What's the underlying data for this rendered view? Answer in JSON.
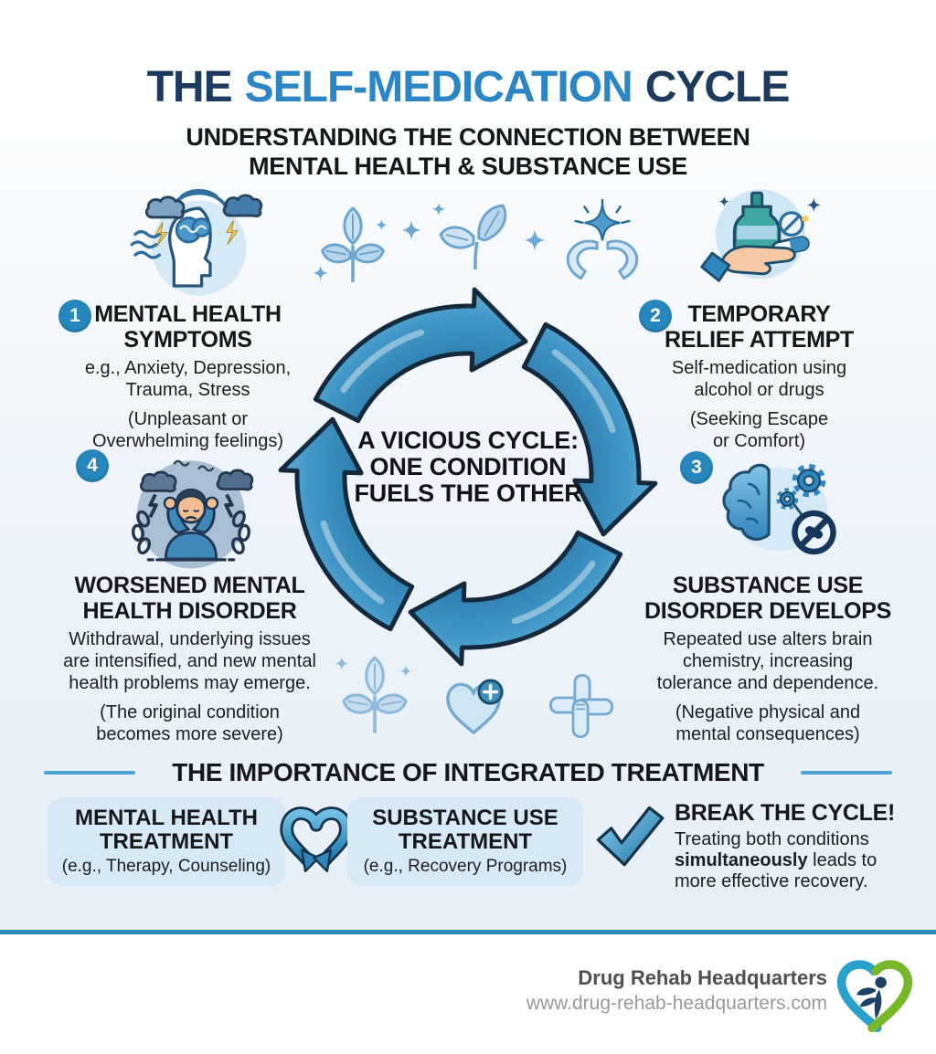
{
  "header": {
    "title": {
      "part1": "THE",
      "accent": "SELF-MEDICATION",
      "part2": "CYCLE"
    },
    "subtitle_line1": "UNDERSTANDING THE CONNECTION BETWEEN",
    "subtitle_line2": "MENTAL HEALTH & SUBSTANCE USE"
  },
  "cycle": {
    "center": {
      "line1": "A VICIOUS CYCLE:",
      "line2": "ONE CONDITION",
      "line3": "FUELS THE OTHER"
    },
    "steps": [
      {
        "number": "1",
        "icon": "stressed-head-icon",
        "title1": "MENTAL HEALTH",
        "title2": "SYMPTOMS",
        "body": [
          "e.g., Anxiety, Depression,",
          "Trauma, Stress"
        ],
        "note": [
          "(Unpleasant or",
          "Overwhelming feelings)"
        ]
      },
      {
        "number": "2",
        "icon": "hand-bottle-pills-icon",
        "title1": "TEMPORARY",
        "title2": "RELIEF ATTEMPT",
        "body": [
          "Self-medication using",
          "alcohol or drugs"
        ],
        "note": [
          "(Seeking Escape",
          "or Comfort)"
        ]
      },
      {
        "number": "3",
        "icon": "brain-gears-icon",
        "title1": "SUBSTANCE USE",
        "title2": "DISORDER DEVELOPS",
        "body": [
          "Repeated use alters brain",
          "chemistry, increasing",
          "tolerance and dependence."
        ],
        "note": [
          "(Negative physical and",
          "mental consequences)"
        ]
      },
      {
        "number": "4",
        "icon": "overwhelmed-person-icon",
        "title1": "WORSENED MENTAL",
        "title2": "HEALTH DISORDER",
        "body": [
          "Withdrawal, underlying issues",
          "are intensified, and new mental",
          "health problems may emerge."
        ],
        "note": [
          "(The original condition",
          "becomes more severe)"
        ]
      }
    ]
  },
  "treatment": {
    "section_title": "THE IMPORTANCE OF INTEGRATED TREATMENT",
    "boxes": [
      {
        "title1": "MENTAL HEALTH",
        "title2": "TREATMENT",
        "subtitle": "(e.g., Therapy, Counseling)"
      },
      {
        "title1": "SUBSTANCE USE",
        "title2": "TREATMENT",
        "subtitle": "(e.g., Recovery Programs)"
      }
    ],
    "break_cycle": {
      "title": "BREAK THE CYCLE!",
      "line1": "Treating both conditions",
      "line2_bold": "simultaneously",
      "line2_rest": " leads to",
      "line3": "more effective recovery."
    }
  },
  "footer": {
    "brand": "Drug Rehab Headquarters",
    "website": "www.drug-rehab-headquarters.com"
  },
  "decor_icons": [
    "leaf-sprig-icon",
    "sparkle-icon",
    "leaf-pair-icon",
    "hands-flower-icon",
    "leaf-sprig-icon",
    "heart-plus-icon",
    "hands-unity-icon",
    "heart-arrows-icon",
    "checkmark-icon",
    "heart-logo-icon"
  ],
  "colors": {
    "title_navy": "#1d3b5e",
    "title_blue": "#2c86c5",
    "body_text": "#14181c",
    "arrow_blue": "#3a8fc0",
    "arrow_outline": "#15293d",
    "badge_blue": "#2787bd",
    "box_bg": "#d7e9f5",
    "divider_blue": "#2b8cb8",
    "check_blue": "#1b74aa",
    "logo_blue": "#2aa0cc",
    "logo_green": "#76b82a",
    "footer_text": "#4d4f51",
    "footer_url": "#97999b"
  }
}
